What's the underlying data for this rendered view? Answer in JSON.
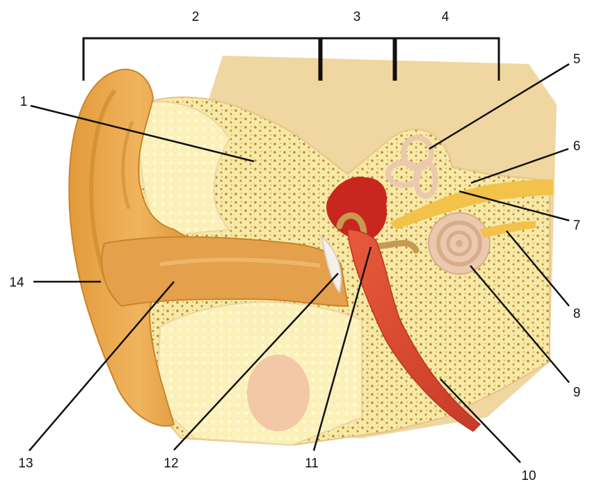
{
  "figure": {
    "region_numbers": [
      "2",
      "3",
      "4"
    ],
    "callout_numbers": [
      "1",
      "5",
      "6",
      "7",
      "8",
      "9",
      "10",
      "11",
      "12",
      "13",
      "14"
    ]
  },
  "colors": {
    "skin": "#e9a64a",
    "skin_dark": "#c98428",
    "bone": "#f7e9a6",
    "bone_pore": "#b98a3c",
    "background_tan": "#f0d6a0",
    "tube_red": "#d9442e",
    "cochlea": "#ecc9ae",
    "nerve": "#f2c24a",
    "line": "#111111"
  }
}
